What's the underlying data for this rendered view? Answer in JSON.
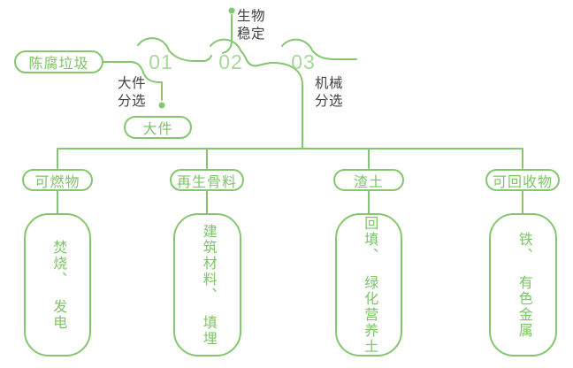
{
  "colors": {
    "line_green": "#85C770",
    "text_green": "#7CC466",
    "number_green": "#A8D898",
    "label_dark": "#414141",
    "background": "#FFFFFF"
  },
  "flow": {
    "source_label": "陈腐垃圾",
    "steps": [
      {
        "number": "01",
        "label_lines": [
          "大件",
          "分选"
        ]
      },
      {
        "number": "02",
        "label_lines": [
          "生物",
          "稳定"
        ]
      },
      {
        "number": "03",
        "label_lines": [
          "机械",
          "分选"
        ]
      }
    ],
    "bulky_output_label": "大件",
    "columns": [
      {
        "category": "可燃物",
        "detail_segments": [
          "焚烧、",
          "发电"
        ]
      },
      {
        "category": "再生骨料",
        "detail_segments": [
          "建筑材料、",
          "填埋"
        ]
      },
      {
        "category": "渣土",
        "detail_segments": [
          "回填、",
          "绿化营养土"
        ]
      },
      {
        "category": "可回收物",
        "detail_segments": [
          "铁、",
          "有色金属"
        ]
      }
    ]
  }
}
